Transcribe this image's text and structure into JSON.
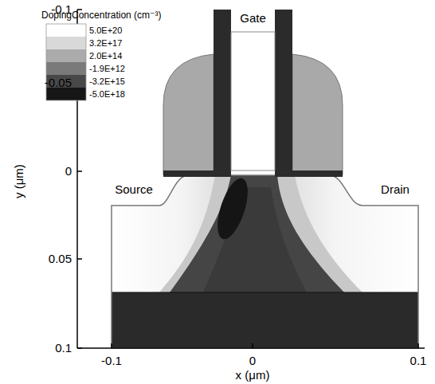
{
  "diagram": {
    "nodes": [
      {
        "text": [
          "Gate"
        ]
      }
    ],
    "labels": [
      "DopingConcentration (cm⁻³)",
      "Source",
      "Drain",
      "-0.1",
      "-0.05",
      "0",
      "0.05",
      "0.1",
      "y (μm)",
      "-0.1",
      "0",
      "0.1",
      "x (μm)"
    ],
    "legend": [
      {
        "text": "5.0E+20",
        "color": "#ffffff"
      },
      {
        "text": "3.2E+17",
        "color": "#d9d9d9"
      },
      {
        "text": "2.0E+14",
        "color": "#ababab"
      },
      {
        "text": "-1.9E+12",
        "color": "#7a7a7a"
      },
      {
        "text": "-3.2E+15",
        "color": "#484848"
      },
      {
        "text": "-5.0E+18",
        "color": "#161616"
      }
    ]
  }
}
